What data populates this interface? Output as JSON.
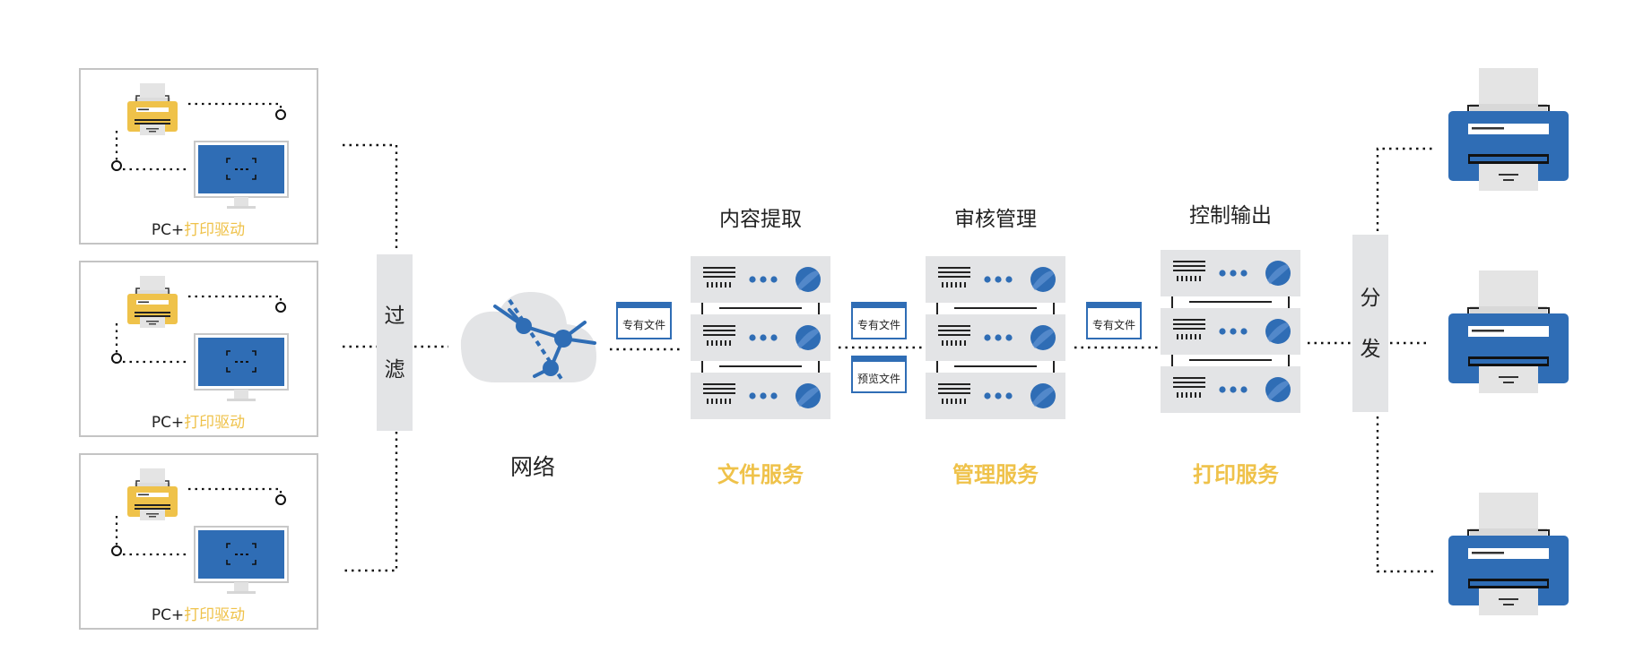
{
  "clients": [
    {
      "label_pc": "PC+",
      "label_driver": "打印驱动"
    },
    {
      "label_pc": "PC+",
      "label_driver": "打印驱动"
    },
    {
      "label_pc": "PC+",
      "label_driver": "打印驱动"
    }
  ],
  "filter": {
    "chars": [
      "过",
      "滤"
    ]
  },
  "network": {
    "label": "网络"
  },
  "servers": [
    {
      "top_label": "内容提取",
      "bottom_label": "文件服务"
    },
    {
      "top_label": "审核管理",
      "bottom_label": "管理服务"
    },
    {
      "top_label": "控制输出",
      "bottom_label": "打印服务"
    }
  ],
  "docs": {
    "d1": "专有文件",
    "d2": "专有文件",
    "d3": "预览文件",
    "d4": "专有文件"
  },
  "distribute": {
    "chars": [
      "分",
      "发"
    ]
  },
  "colors": {
    "blue": "#2f6db5",
    "yellow": "#efc24a",
    "gray": "#e3e4e6",
    "line": "#1a1a1a"
  }
}
